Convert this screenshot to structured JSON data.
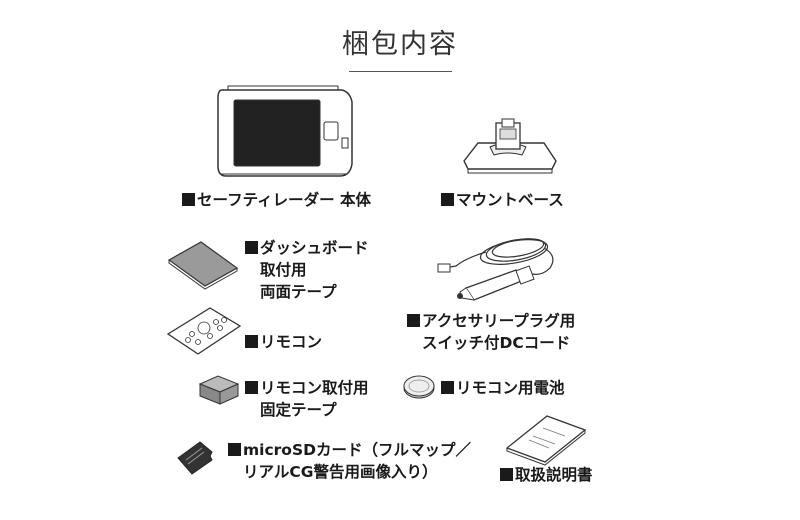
{
  "title": "梱包内容",
  "items": {
    "safety_radar": {
      "name": "セーフティレーダー 本体"
    },
    "mount_base": {
      "name": "マウントベース"
    },
    "dashboard_tape": {
      "line1": "ダッシュボード",
      "line2": "取付用",
      "line3": "両面テープ"
    },
    "dc_cord": {
      "line1": "アクセサリープラグ用",
      "line2": "スイッチ付DCコード"
    },
    "remote": {
      "name": "リモコン"
    },
    "remote_tape": {
      "line1": "リモコン取付用",
      "line2": "固定テープ"
    },
    "remote_battery": {
      "name": "リモコン用電池"
    },
    "microsd": {
      "line1": "microSDカード（フルマップ／",
      "line2": "リアルCG警告用画像入り）"
    },
    "manual": {
      "name": "取扱説明書"
    }
  },
  "colors": {
    "text": "#1a1a1a",
    "line": "#333333"
  }
}
